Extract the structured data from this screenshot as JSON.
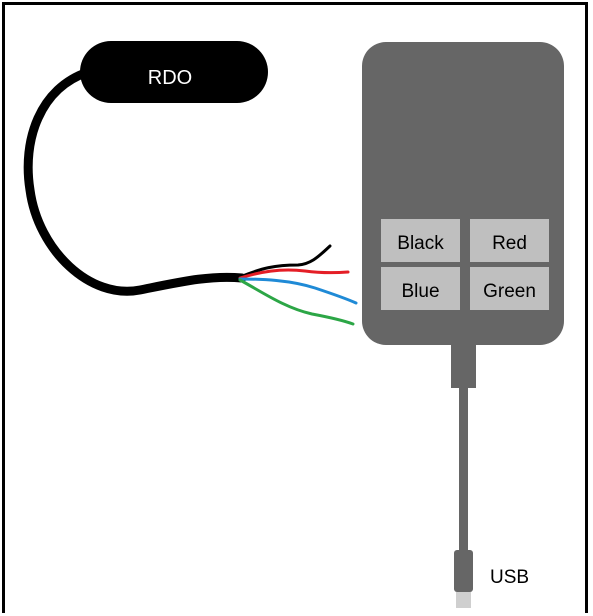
{
  "probe": {
    "label": "RDO",
    "body_color": "#000000",
    "label_color": "#ffffff"
  },
  "wires": [
    {
      "name": "black",
      "color": "#000000"
    },
    {
      "name": "red",
      "color": "#e41e26"
    },
    {
      "name": "blue",
      "color": "#1f8ad6"
    },
    {
      "name": "green",
      "color": "#2ca646"
    }
  ],
  "adapter": {
    "body_color": "#666666",
    "terminal_color": "#bfbfbf",
    "terminals": [
      "Black",
      "Red",
      "Blue",
      "Green"
    ]
  },
  "usb": {
    "label": "USB",
    "cable_color": "#666666",
    "plug_tip_color": "#cfcfcf"
  }
}
